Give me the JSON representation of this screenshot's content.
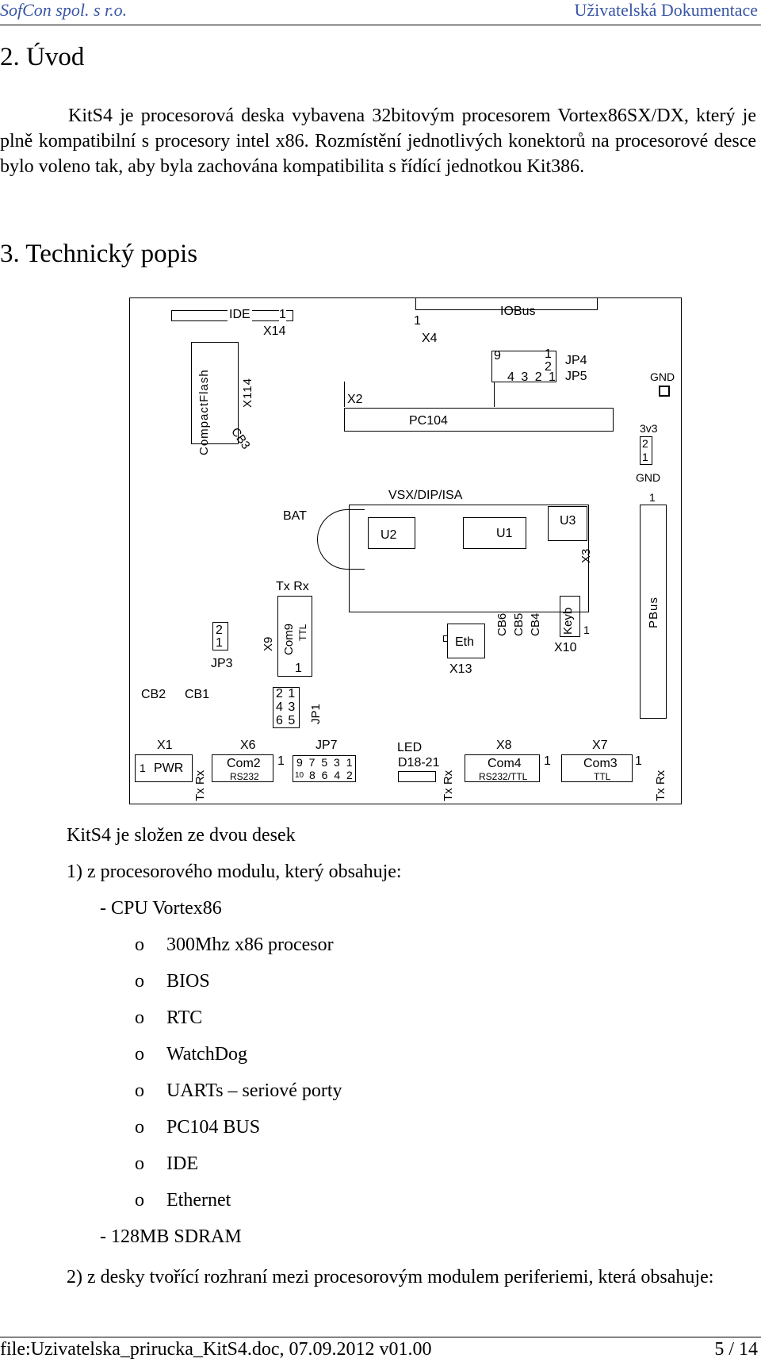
{
  "header": {
    "company": "SofCon spol. s r.o.",
    "doc_title": "Uživatelská Dokumentace"
  },
  "section2": {
    "title": "2. Úvod",
    "paragraph": "KitS4 je procesorová deska vybavena 32bitovým procesorem Vortex86SX/DX, který je plně kompatibilní s procesory intel x86. Rozmístění jednotlivých konektorů na procesorové desce bylo voleno tak, aby byla zachována kompatibilita s řídící jednotkou Kit386."
  },
  "section3": {
    "title": "3. Technický popis"
  },
  "board": {
    "ide": "IDE",
    "ide_pin": "1",
    "x14": "X14",
    "iobus_pin": "1",
    "iobus": "IOBus",
    "x4": "X4",
    "compactflash": "CompactFlash",
    "x114": "X114",
    "cb3": "CB3",
    "x2": "X2",
    "pc104": "PC104",
    "jp4": "JP4",
    "jp5": "JP5",
    "gnd_top": "GND",
    "jp_top_9": "9",
    "jp_top_1": "1",
    "jp_top_2": "2",
    "jp_bot": "4 3 2 1",
    "v3": "3v3",
    "v3_2": "2",
    "v3_1": "1",
    "gnd_mid": "GND",
    "x3_pin": "1",
    "vsx": "VSX/DIP/ISA",
    "bat": "BAT",
    "u2": "U2",
    "u1": "U1",
    "u3": "U3",
    "x3": "X3",
    "txrx": "Tx Rx",
    "x9": "X9",
    "com9": "Com9",
    "ttl9": "TTL",
    "com9_pin": "1",
    "jp3_2": "2",
    "jp3_1": "1",
    "jp3": "JP3",
    "jp1_r1": "2 1",
    "jp1_r2": "4 3",
    "jp1_r3": "6 5",
    "jp1": "JP1",
    "eth": "Eth",
    "x13": "X13",
    "cb6": "CB6",
    "cb5": "CB5",
    "cb4": "CB4",
    "keyb": "Keyb",
    "x10_pin": "1",
    "x10": "X10",
    "pbus": "PBus",
    "cb2": "CB2",
    "cb1": "CB1",
    "x1": "X1",
    "x1_pin": "1",
    "pwr": "PWR",
    "txrx_v1": "Tx Rx",
    "x6": "X6",
    "com2": "Com2",
    "rs232": "RS232",
    "x6_pin": "1",
    "jp7": "JP7",
    "jp7_top": "9 7 5 3 1",
    "jp7_bot_10": "10",
    "jp7_bot": "8 6 4 2",
    "led": "LED",
    "d18": "D18-21",
    "txrx_v2": "Tx Rx",
    "x8": "X8",
    "com4": "Com4",
    "rs232ttl": "RS232/TTL",
    "x8_pin": "1",
    "x7": "X7",
    "com3": "Com3",
    "ttl3": "TTL",
    "x7_pin": "1",
    "txrx_v3": "Tx Rx"
  },
  "composition": {
    "intro": "KitS4 je složen ze dvou desek",
    "item1": "1)  z procesorového modulu, který obsahuje:",
    "cpu": "-   CPU Vortex86",
    "bullet": "o",
    "features": [
      "300Mhz x86 procesor",
      "BIOS",
      "RTC",
      "WatchDog",
      "UARTs – seriové porty",
      "PC104 BUS",
      "IDE",
      "Ethernet"
    ],
    "ram": "-   128MB SDRAM",
    "item2": "2)  z desky tvořící rozhraní mezi procesorovým modulem periferiemi, která obsahuje:"
  },
  "footer": {
    "file": "file:Uzivatelska_prirucka_KitS4.doc, 07.09.2012 v01.00",
    "page": "5 / 14"
  }
}
